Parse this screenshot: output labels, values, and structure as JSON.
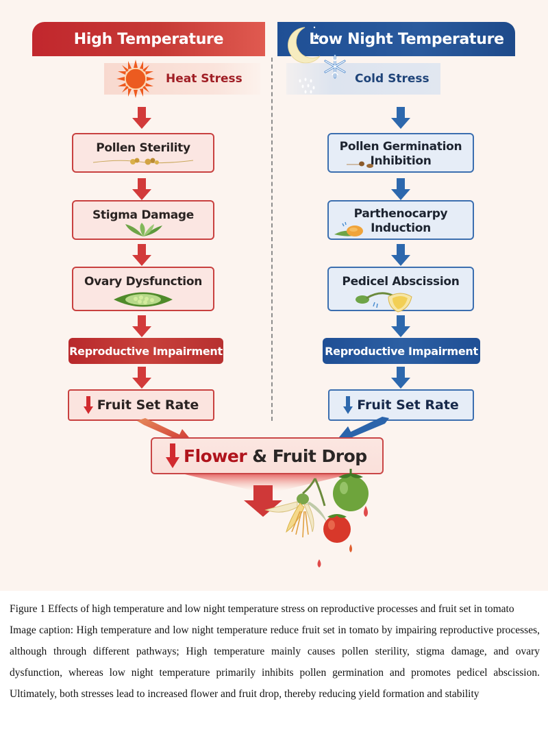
{
  "figure": {
    "left_column": {
      "header": "High Temperature",
      "stress": "Heat Stress",
      "steps": [
        "Pollen Sterility",
        "Stigma Damage",
        "Ovary Dysfunction"
      ],
      "impairment": "Reproductive Impairment",
      "result": "Fruit Set Rate",
      "accent_color": "#c1272d"
    },
    "right_column": {
      "header": "Low Night Temperature",
      "stress": "Cold Stress",
      "steps": [
        {
          "line1": "Pollen Germination",
          "line2": "Inhibition"
        },
        {
          "line1": "Parthenocarpy",
          "line2": "Induction"
        },
        {
          "line1": "Pedicel Abscission",
          "line2": ""
        }
      ],
      "impairment": "Reproductive Impairment",
      "result": "Fruit Set Rate",
      "accent_color": "#1f4f95"
    },
    "outcome": {
      "highlight": "Flower",
      "rest": "& Fruit Drop"
    },
    "icons": {
      "heat": "sun-icon",
      "cold": "moon-snowflake-icon",
      "decrease": "down-arrow-icon",
      "outcome": "tomato-flower-drop-icon"
    }
  },
  "caption": {
    "title": "Figure 1 Effects of high temperature and low night temperature stress on reproductive processes and fruit set in tomato",
    "text": "Image caption: High temperature and low night temperature reduce fruit set in tomato by impairing reproductive processes, although through different pathways; High temperature mainly causes pollen sterility, stigma damage, and ovary dysfunction, whereas low night temperature primarily inhibits pollen germination and promotes pedicel abscission. Ultimately, both stresses lead to increased flower and fruit drop, thereby reducing yield formation and stability"
  }
}
